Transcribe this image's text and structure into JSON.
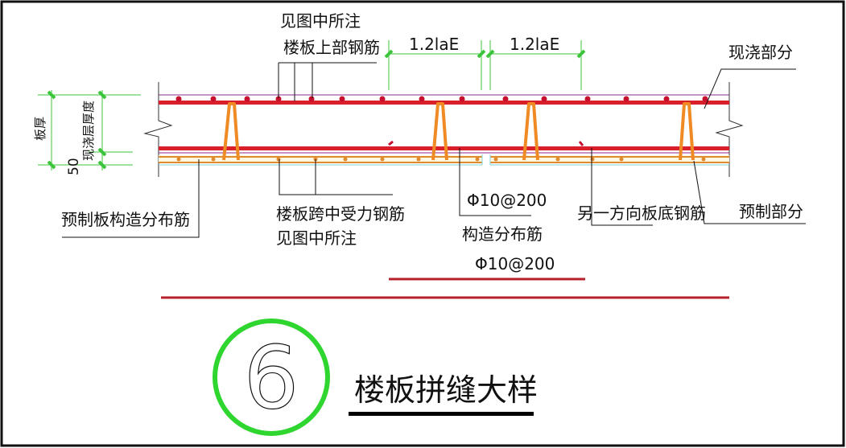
{
  "drawing": {
    "title": "楼板拼缝大样",
    "detail_number": "6",
    "colors": {
      "top_rebar": "#d9202a",
      "truss": "#f08a24",
      "dimension": "#3cc43c",
      "precast_edge": "#7fd3d8",
      "slab_line": "#8a2a8a",
      "leader": "#111111",
      "title_underline": "#000000",
      "detail_circle": "#2fd62f"
    }
  },
  "labels": {
    "top_note_line1": "见图中所注",
    "top_note_line2": "楼板上部钢筋",
    "dim_left": "1.2laE",
    "dim_right": "1.2laE",
    "cast_in_place": "现浇部分",
    "slab_thickness": "板厚",
    "cast_layer_thickness": "现浇层厚度",
    "precast_thickness": "50",
    "precast_distribution": "预制板构造分布筋",
    "midspan_rebar_line1": "楼板跨中受力钢筋",
    "midspan_rebar_line2": "见图中所注",
    "joint_rebar_spec": "Φ10@200",
    "joint_distribution": "构造分布筋",
    "joint_distribution_spec": "Φ10@200",
    "other_direction": "另一方向板底钢筋",
    "precast_part": "预制部分"
  }
}
